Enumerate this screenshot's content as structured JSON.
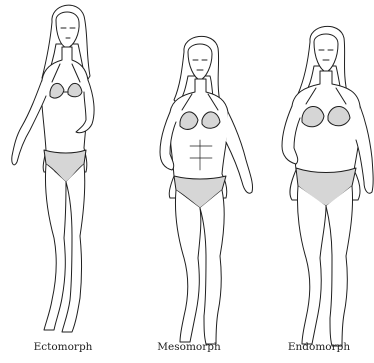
{
  "figures": [
    {
      "label": "Ectomorph"
    },
    {
      "label": "Mesomorph"
    },
    {
      "label": "Endomorph"
    }
  ],
  "colors": {
    "line": "#1f1f1f",
    "skin": "#ffffff",
    "bikini": "#d6d6d6",
    "hair": "#ffffff"
  }
}
